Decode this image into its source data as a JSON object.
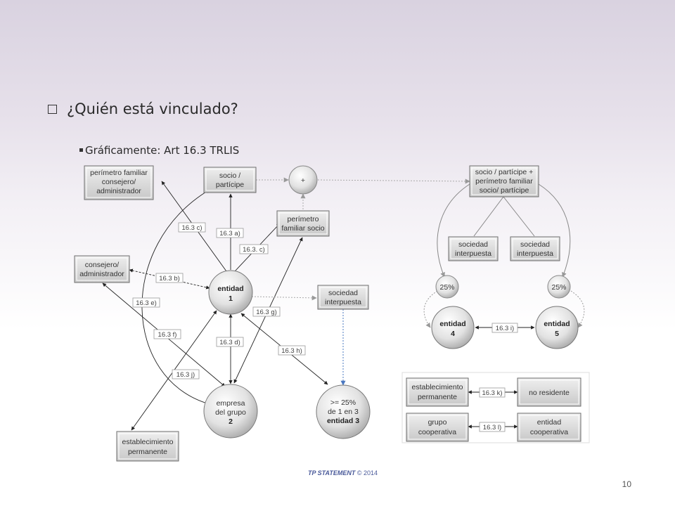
{
  "title": "¿Quién está vinculado?",
  "subtitle": "Gráficamente: Art 16.3 TRLIS",
  "footer": {
    "brand": "TP STATEMENT",
    "copyright": "© 2014"
  },
  "page_number": "10",
  "nodes": {
    "perimetro_familiar_consejero": [
      "perímetro familiar",
      "consejero/",
      "administrador"
    ],
    "socio_participe": [
      "socio /",
      "partícipe"
    ],
    "plus": "+",
    "perimetro_familiar_socio": [
      "perímetro",
      "familiar socio"
    ],
    "consejero_administrador": [
      "consejero/",
      "administrador"
    ],
    "entidad_1": [
      "entidad",
      "1"
    ],
    "sociedad_interpuesta_1": [
      "sociedad",
      "interpuesta"
    ],
    "empresa_grupo_2": [
      "empresa",
      "del grupo",
      "2"
    ],
    "entidad_3": [
      ">= 25%",
      "de 1 en 3",
      "entidad 3"
    ],
    "establecimiento_permanente_1": [
      "establecimiento",
      "permanente"
    ],
    "socio_participe_perimetro": [
      "socio / partícipe +",
      "perímetro familiar",
      "socio/ partícipe"
    ],
    "sociedad_interpuesta_a": [
      "sociedad",
      "interpuesta"
    ],
    "sociedad_interpuesta_b": [
      "sociedad",
      "interpuesta"
    ],
    "pct_25_a": "25%",
    "pct_25_b": "25%",
    "entidad_4": [
      "entidad",
      "4"
    ],
    "entidad_5": [
      "entidad",
      "5"
    ],
    "establecimiento_permanente_2": [
      "establecimiento",
      "permanente"
    ],
    "no_residente": "no residente",
    "grupo_cooperativa": [
      "grupo",
      "cooperativa"
    ],
    "entidad_cooperativa": [
      "entidad",
      "cooperativa"
    ]
  },
  "edge_labels": {
    "c": "16.3 c)",
    "a": "16.3 a)",
    "c2": "16.3. c)",
    "b": "16.3 b)",
    "e": "16.3 e)",
    "g": "16.3 g)",
    "f": "16.3 f)",
    "d": "16.3 d)",
    "h": "16.3 h)",
    "j": "16.3 j)",
    "i": "16.3 i)",
    "k": "16.3 k)",
    "l": "16.3 l)"
  }
}
